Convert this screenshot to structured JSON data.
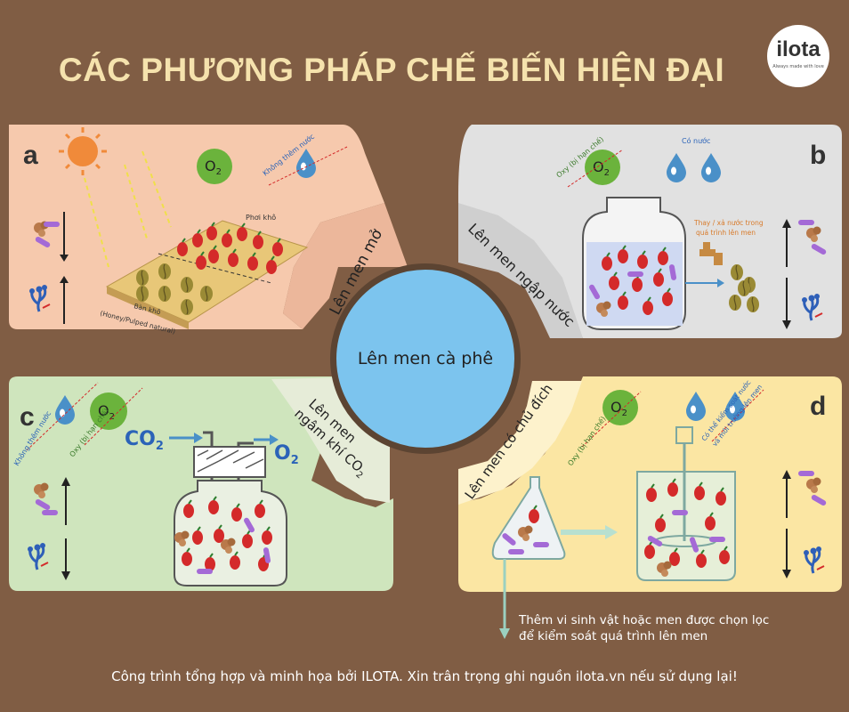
{
  "title": "CÁC PHƯƠNG PHÁP CHẾ BIẾN HIỆN ĐẠI",
  "logo": {
    "word": "ilota",
    "tagline": "Always made with love"
  },
  "center_label": "Lên men cà phê",
  "panels": {
    "a": {
      "letter": "a",
      "tab": "Lên men mở",
      "o2": "O",
      "o2_sub": "2",
      "water_note": "Không thêm nước",
      "label_top": "Phơi khô",
      "label_bed_1": "Bàn khô",
      "label_bed_2": "(Honey/Pulped natural)"
    },
    "b": {
      "letter": "b",
      "tab": "Lên men ngập nước",
      "oxy_note": "Oxy (bị hạn chế)",
      "o2": "O",
      "o2_sub": "2",
      "water_note": "Có nước",
      "change_note_1": "Thay / xả nước trong",
      "change_note_2": "quá trình lên men"
    },
    "c": {
      "letter": "c",
      "tab_1": "Lên men",
      "tab_2": "ngâm khí CO",
      "tab_sub": "2",
      "water_note": "Không thêm nước",
      "oxy_note": "Oxy (bị hạn chế)",
      "o2": "O",
      "o2_sub": "2",
      "co2": "CO",
      "co2_sub": "2",
      "out": "O",
      "out_sub": "2"
    },
    "d": {
      "letter": "d",
      "tab": "Lên men có chủ đích",
      "oxy_note": "Oxy (bị hạn chế)",
      "o2": "O",
      "o2_sub": "2",
      "water_note_1": "Có thể kiểm soát nước",
      "water_note_2": "và môi trường lên men"
    }
  },
  "note_line1": "Thêm vi sinh vật hoặc men được chọn lọc",
  "note_line2": "để kiểm soát quá trình lên men",
  "footer": "Công trình tổng hợp và minh họa bởi ILOTA. Xin trân trọng ghi nguồn ilota.vn nếu sử dụng lại!",
  "colors": {
    "background": "#805d44",
    "title": "#f5e2ad",
    "panel_a": "#f6c9ad",
    "panel_b": "#e1e1e1",
    "panel_c": "#cfe5bd",
    "panel_d": "#fbe6a3",
    "center": "#7cc4ee",
    "oxygen": "#6bb33c",
    "water": "#4a90c8",
    "cherry": "#d42a2a"
  }
}
